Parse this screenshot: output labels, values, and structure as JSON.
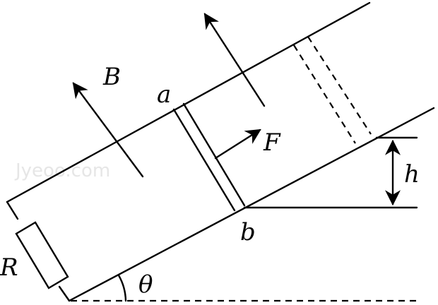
{
  "labels": {
    "B": "B",
    "a": "a",
    "b": "b",
    "F": "F",
    "h": "h",
    "R": "R",
    "theta": "θ"
  },
  "watermark": "Jyeoo.com",
  "icons": {
    "magnetic_field": "arrow-icon",
    "force": "arrow-icon",
    "height": "double-arrow-icon",
    "resistor": "rectangle-icon"
  }
}
